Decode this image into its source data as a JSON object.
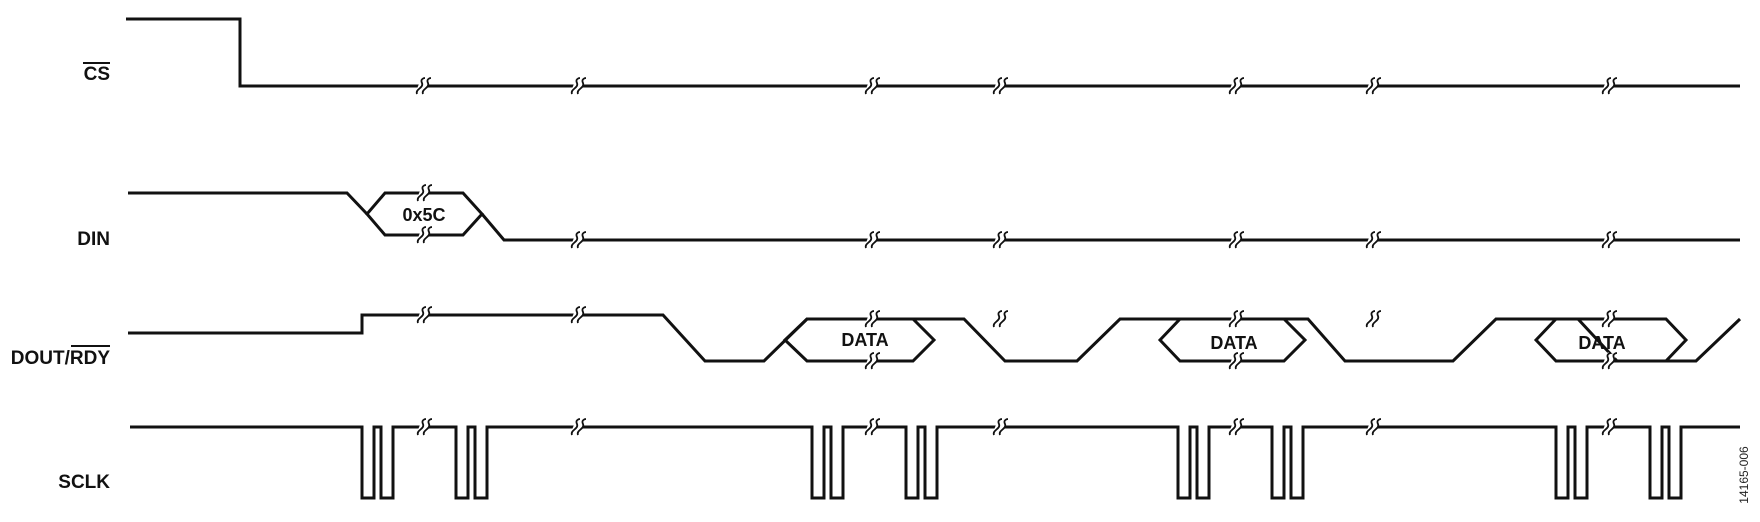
{
  "signals": [
    {
      "id": "cs",
      "label": "CS",
      "overbar": "CS"
    },
    {
      "id": "din",
      "label": "DIN"
    },
    {
      "id": "dout",
      "label": "DOUT/",
      "label_overbar": "RDY"
    },
    {
      "id": "sclk",
      "label": "SCLK"
    }
  ],
  "bus_labels": {
    "din_command": "0x5C",
    "dout_data_1": "DATA",
    "dout_data_2": "DATA",
    "dout_data_3": "DATA"
  },
  "figure_id": "14165-006"
}
